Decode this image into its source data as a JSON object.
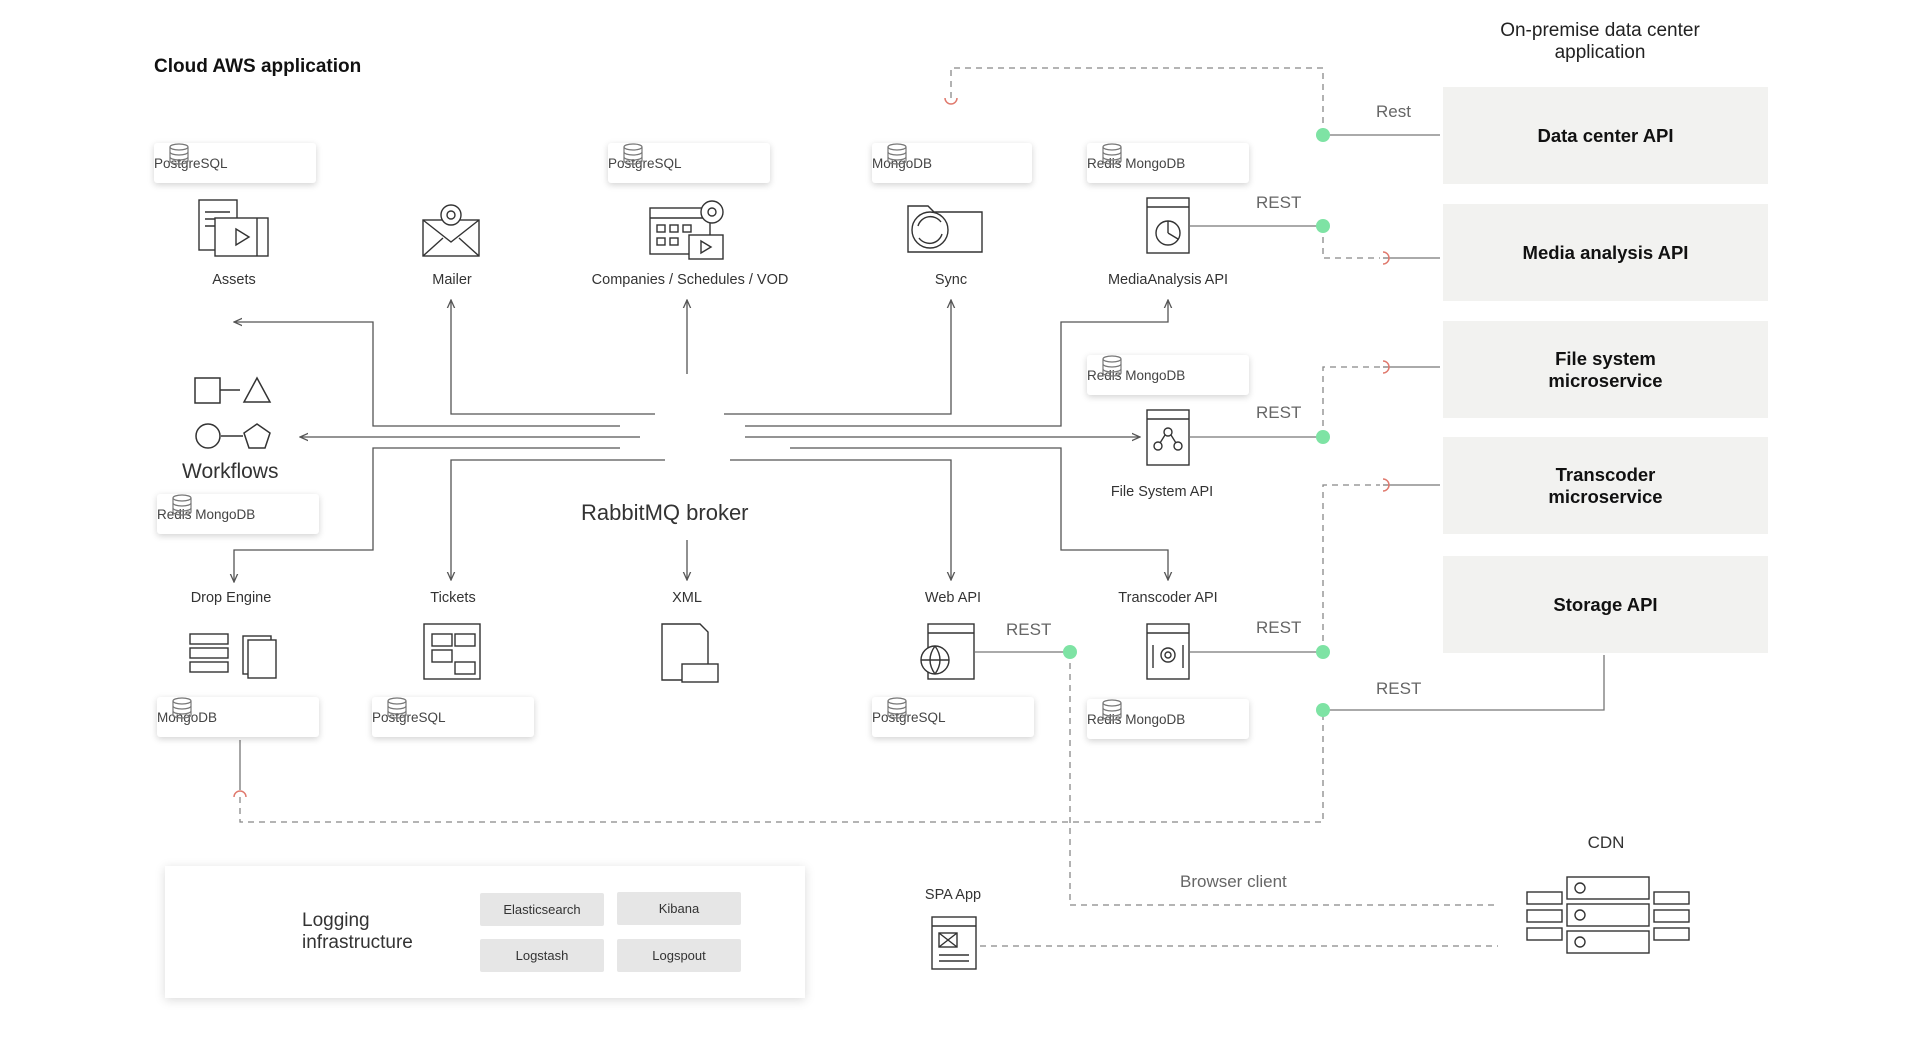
{
  "title": "Cloud AWS application",
  "onprem_title": "On-premise data center application",
  "broker": "RabbitMQ broker",
  "workflows": "Workflows",
  "services": {
    "assets": "Assets",
    "mailer": "Mailer",
    "companies": "Companies / Schedules / VOD",
    "sync": "Sync",
    "media_analysis": "MediaAnalysis API",
    "file_system": "File System API",
    "drop_engine": "Drop Engine",
    "tickets": "Tickets",
    "xml": "XML",
    "web_api": "Web API",
    "transcoder": "Transcoder API",
    "spa": "SPA App",
    "cdn": "CDN"
  },
  "databases": {
    "assets": "PostgreSQL",
    "companies": "PostgreSQL",
    "sync": "MongoDB",
    "media_analysis": "Redis MongoDB",
    "file_system": "Redis MongoDB",
    "workflows": "Redis MongoDB",
    "drop_engine": "MongoDB",
    "tickets": "PostgreSQL",
    "web_api": "PostgreSQL",
    "transcoder": "Redis MongoDB"
  },
  "external": {
    "data_center": "Data center API",
    "media_analysis": "Media analysis API",
    "file_system": "File system microservice",
    "transcoder": "Transcoder microservice",
    "storage": "Storage API"
  },
  "edges": {
    "rest_data_center": "Rest",
    "rest_media": "REST",
    "rest_file": "REST",
    "rest_web": "REST",
    "rest_transcoder": "REST",
    "rest_storage": "REST",
    "browser_client": "Browser client"
  },
  "logging": {
    "title": "Logging infrastructure",
    "tools": [
      "Elasticsearch",
      "Kibana",
      "Logstash",
      "Logspout"
    ]
  },
  "colors": {
    "line": "#555555",
    "dash": "#888888",
    "socket": "#e07a6e",
    "dot": "#7ee3a4",
    "box": "#f2f2f0"
  }
}
